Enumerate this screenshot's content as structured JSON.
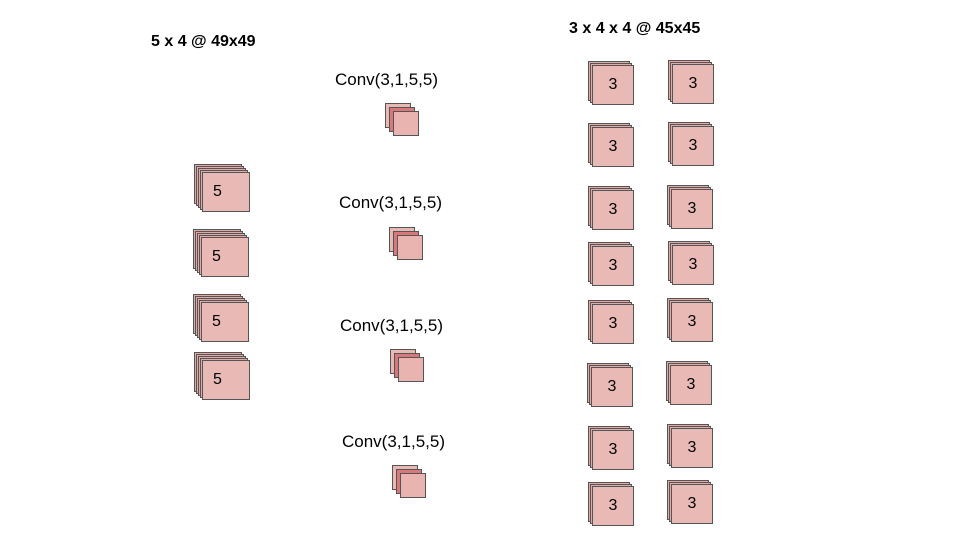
{
  "diagram": {
    "input_heading": "5 x 4 @ 49x49",
    "output_heading": "3 x 4 x 4 @ 45x45",
    "input_stacks": [
      {
        "label": "5"
      },
      {
        "label": "5"
      },
      {
        "label": "5"
      },
      {
        "label": "5"
      }
    ],
    "conv_blocks": [
      {
        "label": "Conv(3,1,5,5)"
      },
      {
        "label": "Conv(3,1,5,5)"
      },
      {
        "label": "Conv(3,1,5,5)"
      },
      {
        "label": "Conv(3,1,5,5)"
      }
    ],
    "output_stacks": [
      {
        "label": "3"
      },
      {
        "label": "3"
      },
      {
        "label": "3"
      },
      {
        "label": "3"
      },
      {
        "label": "3"
      },
      {
        "label": "3"
      },
      {
        "label": "3"
      },
      {
        "label": "3"
      },
      {
        "label": "3"
      },
      {
        "label": "3"
      },
      {
        "label": "3"
      },
      {
        "label": "3"
      },
      {
        "label": "3"
      },
      {
        "label": "3"
      },
      {
        "label": "3"
      },
      {
        "label": "3"
      }
    ]
  }
}
